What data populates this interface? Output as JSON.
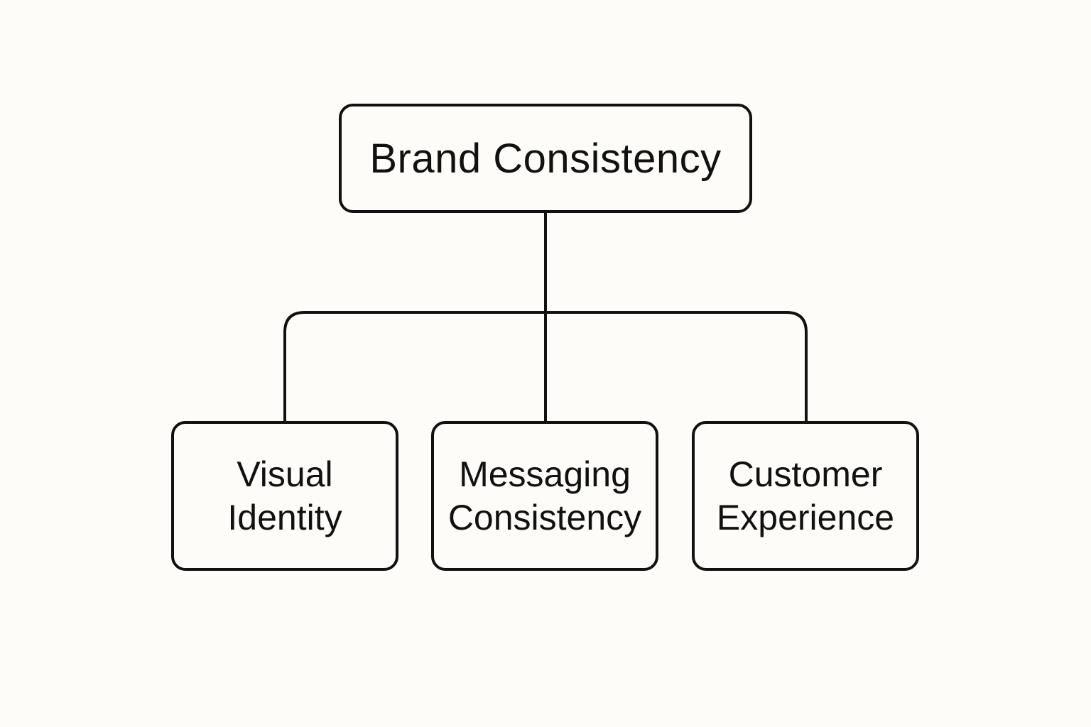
{
  "diagram": {
    "background": "#fdfcf8",
    "stroke_color": "#111111",
    "root": {
      "label": "Brand Consistency"
    },
    "children": [
      {
        "lines": [
          "Visual",
          "Identity"
        ]
      },
      {
        "lines": [
          "Messaging",
          "Consistency"
        ]
      },
      {
        "lines": [
          "Customer",
          "Experience"
        ]
      }
    ]
  }
}
